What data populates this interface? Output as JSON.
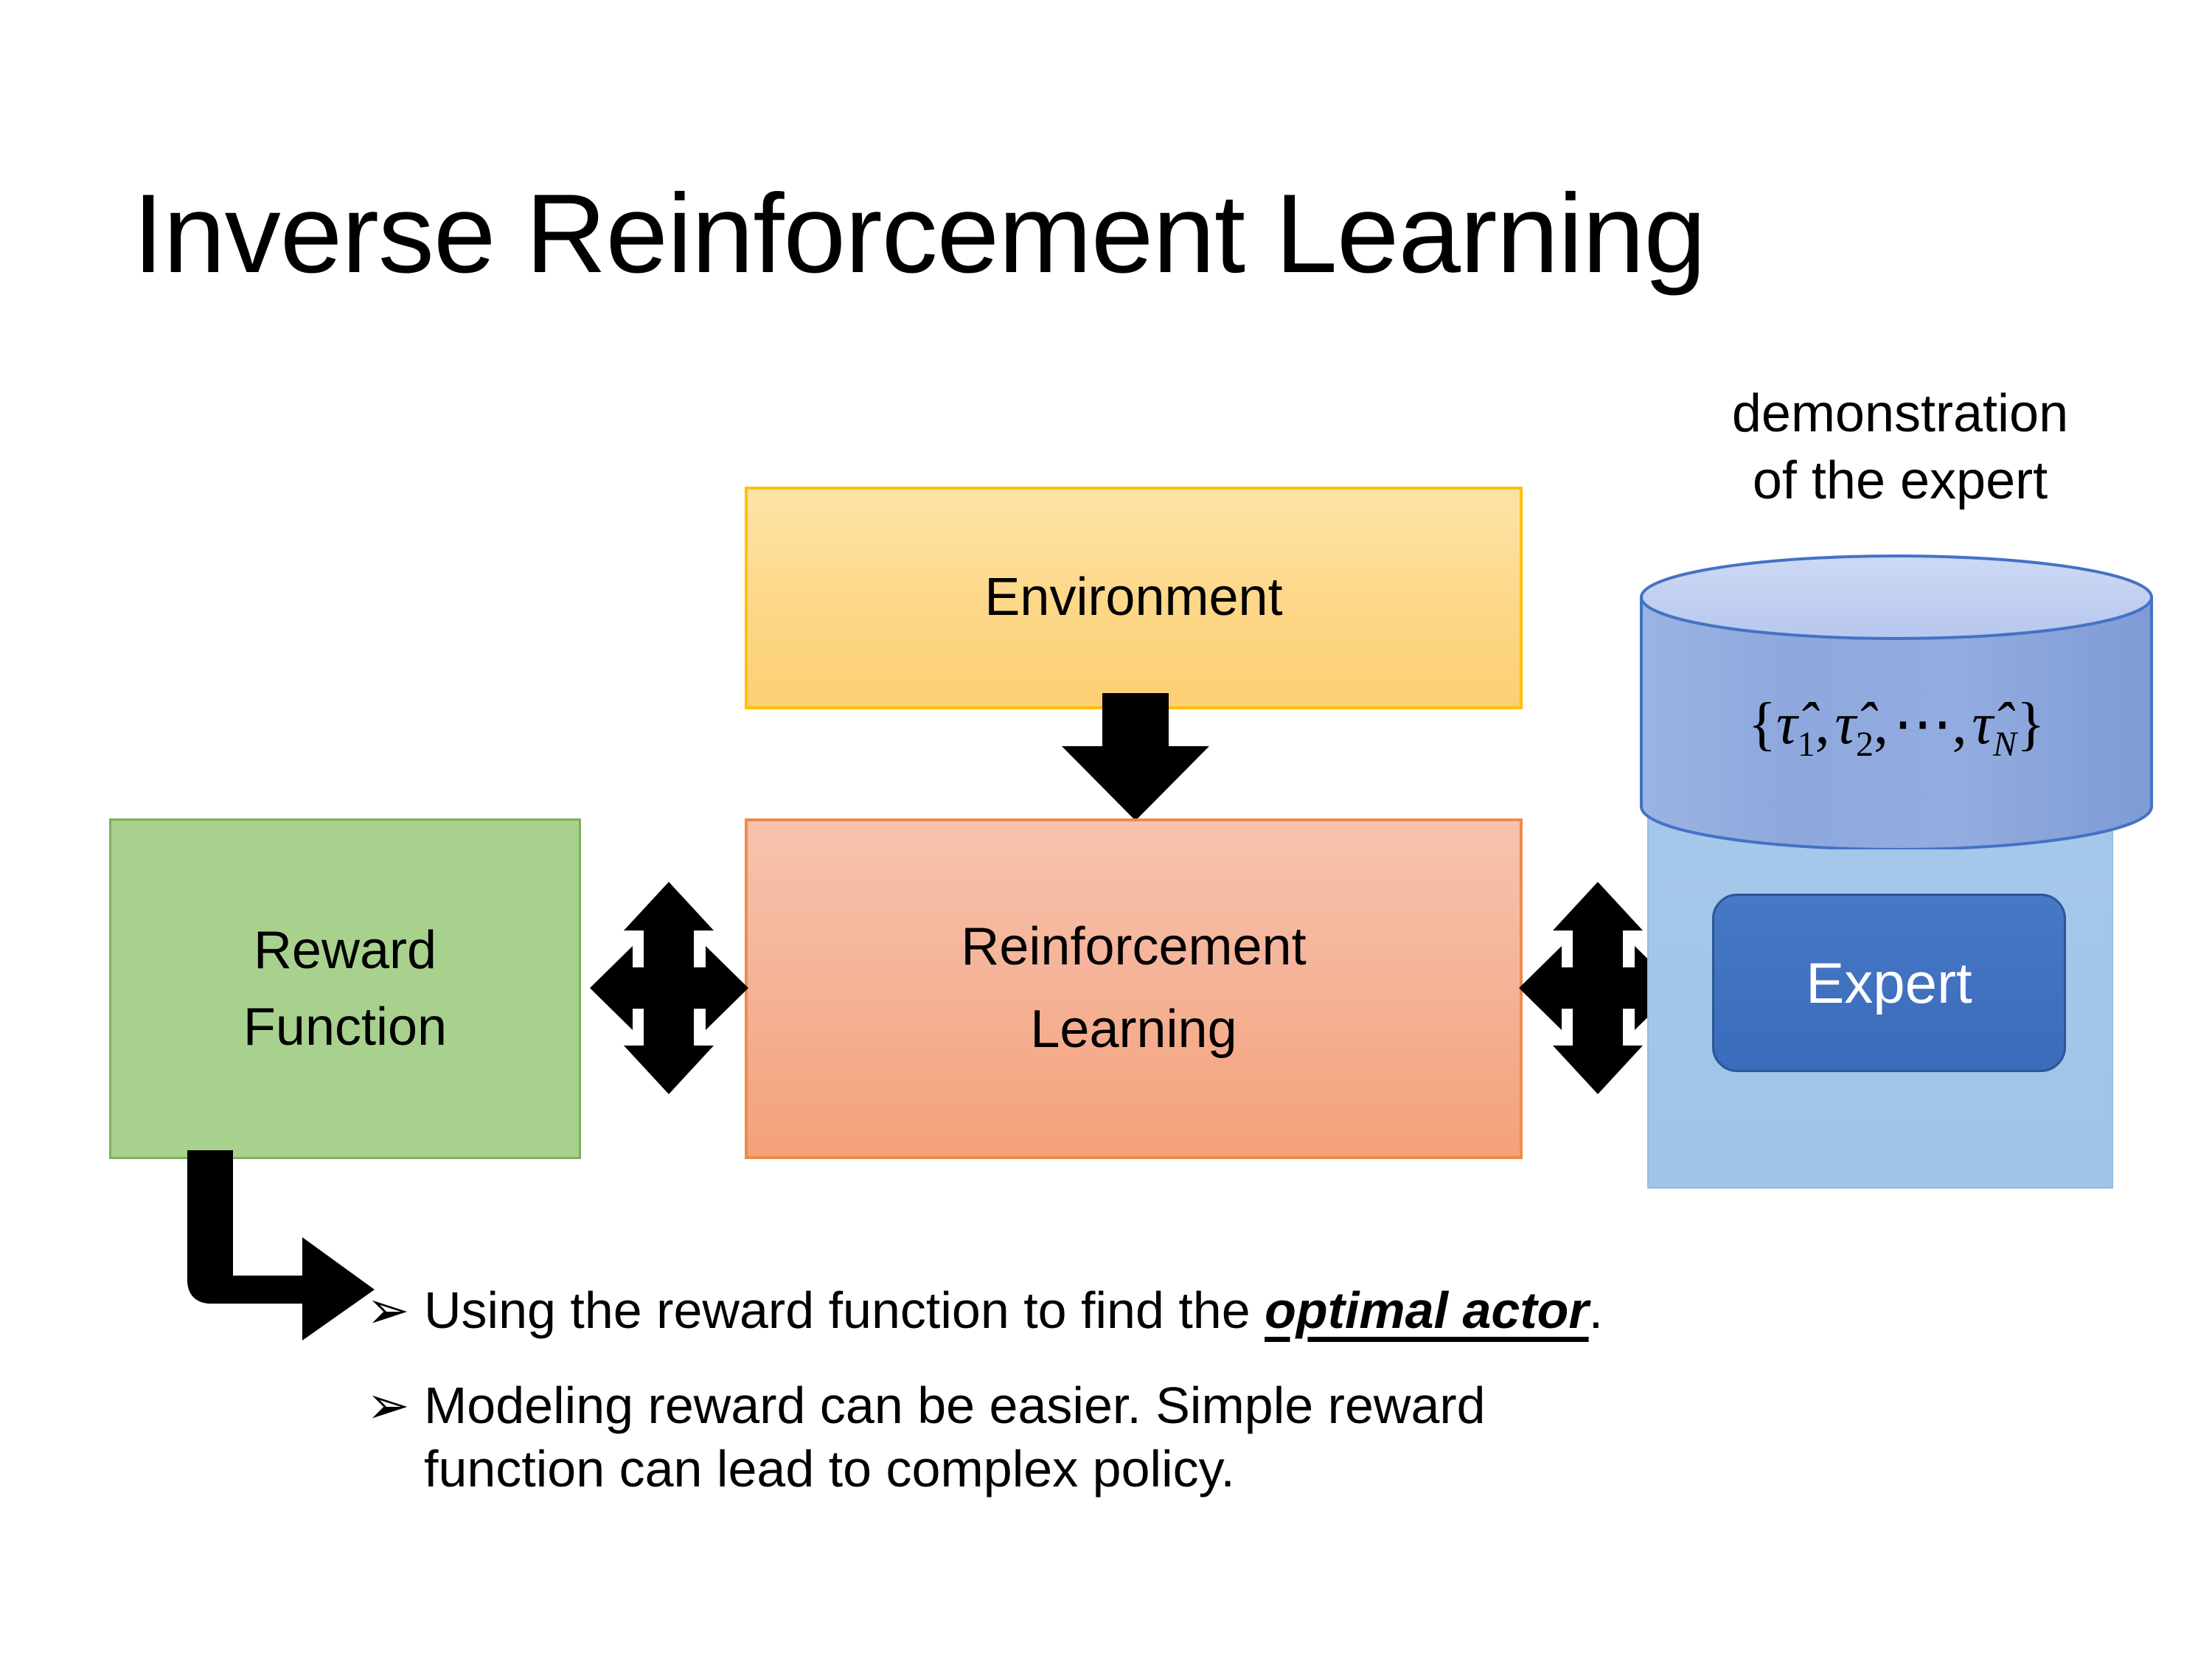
{
  "slide": {
    "title": "Inverse Reinforcement Learning",
    "background_color": "#ffffff"
  },
  "diagram": {
    "environment": {
      "label": "Environment",
      "fill_top": "#fde3a7",
      "fill_bottom": "#fbcf73",
      "border_color": "#ffc000"
    },
    "reinforcement_learning": {
      "label_line1": "Reinforcement",
      "label_line2": "Learning",
      "fill_top": "#f7c3ae",
      "fill_bottom": "#f4a179",
      "border_color": "#ed8b48"
    },
    "reward_function": {
      "label_line1": "Reward",
      "label_line2": "Function",
      "fill": "#a9d18e",
      "border_color": "#7cb15f"
    },
    "expert_panel": {
      "caption_line1": "demonstration",
      "caption_line2": "of the expert",
      "panel_fill": "#a5c8ea",
      "cylinder_body_fill": "#8fa9dd",
      "cylinder_top_fill": "#c5d4f0",
      "cylinder_border": "#4472c4",
      "formula": {
        "open_brace": "{",
        "tau1": "τ̂",
        "sub1": "1",
        "comma1": ",",
        "tau2": "τ̂",
        "sub2": "2",
        "comma2": ",",
        "ellipsis": "⋯",
        "comma3": ",",
        "tauN": "τ̂",
        "subN": "N",
        "close_brace": "}",
        "plain": "{τ̂1, τ̂2, ⋯, τ̂N}"
      },
      "expert_button": {
        "label": "Expert",
        "fill": "#3b6cbb",
        "border_color": "#2d5597",
        "text_color": "#ffffff"
      }
    },
    "arrows": {
      "environment_to_rl": "down-arrow",
      "reward_to_rl": "four-way-arrow",
      "rl_to_expert": "four-way-arrow",
      "reward_to_bullet": "bent-arrow",
      "color": "#000000"
    }
  },
  "bullets": {
    "marker": "➢",
    "items": [
      {
        "prefix": "Using the reward function to find the ",
        "emphasis": "optimal actor",
        "suffix": ".",
        "line2": ""
      },
      {
        "prefix": "Modeling reward can be easier. Simple reward",
        "emphasis": "",
        "suffix": "",
        "line2": "function can lead to complex policy."
      }
    ]
  }
}
